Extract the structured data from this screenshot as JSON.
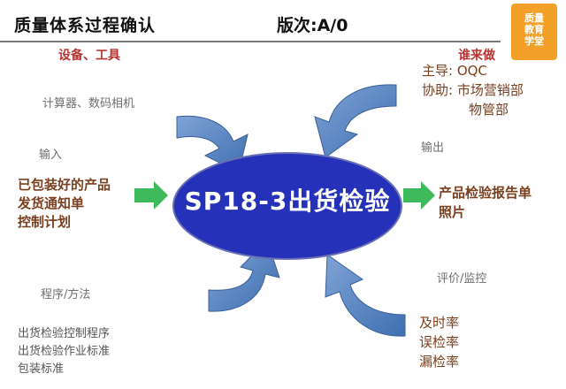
{
  "header": {
    "title": "质量体系过程确认",
    "version": "版次:A/0"
  },
  "logo": {
    "lines": [
      "质量",
      "教育",
      "学堂"
    ]
  },
  "center": {
    "label": "SP18-3出货检验"
  },
  "equipment": {
    "heading": "设备、工具",
    "items": [
      "计算器、数码相机"
    ]
  },
  "who": {
    "heading": "谁来做",
    "lines": [
      "主导: OQC",
      "协助: 市场营销部",
      "物管部"
    ]
  },
  "input": {
    "heading": "输入",
    "items": [
      "已包装好的产品",
      "发货通知单",
      "控制计划"
    ]
  },
  "output": {
    "heading": "输出",
    "items": [
      "产品检验报告单",
      "照片"
    ]
  },
  "method": {
    "heading": "程序/方法",
    "items": [
      "出货检验控制程序",
      "出货检验作业标准",
      "包装标准"
    ]
  },
  "evaluation": {
    "heading": "评价/监控",
    "items": [
      "及时率",
      "误检率",
      "漏检率"
    ]
  },
  "colors": {
    "arrow_blue": "#4f81bd",
    "arrow_green": "#3dbb5a",
    "center_fill": "#2431b8",
    "logo": "#f2a027",
    "heading_red": "#b8332f",
    "text_brown": "#7a3f1f"
  }
}
